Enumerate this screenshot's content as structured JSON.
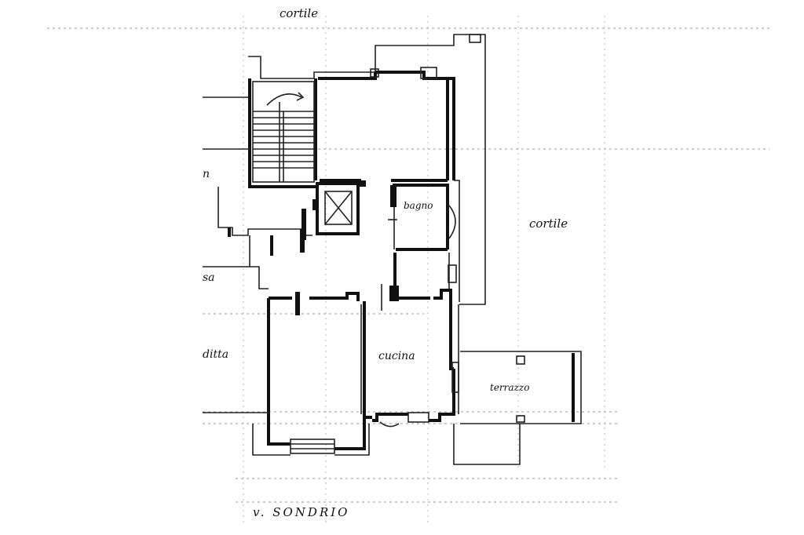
{
  "labels": {
    "cortile_top": "cortile",
    "cortile_right": "cortile",
    "bagno": "bagno",
    "cucina": "cucina",
    "terrazzo": "terrazzo",
    "street": "v. SONDRIO",
    "edge_n": "n",
    "edge_sa": "sa",
    "edge_ditta": "ditta"
  }
}
